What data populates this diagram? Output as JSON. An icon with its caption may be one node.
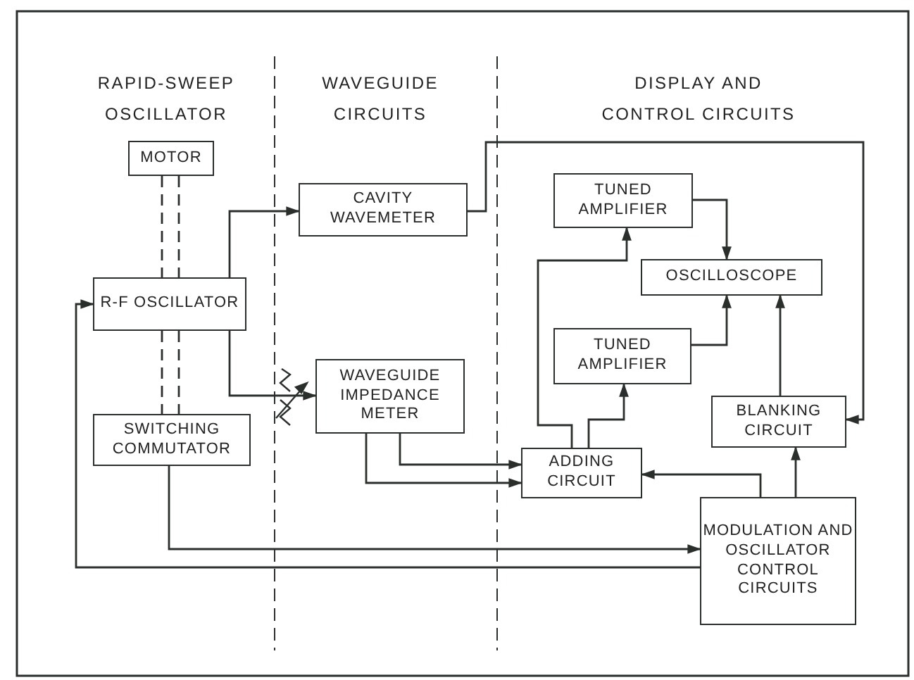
{
  "diagram": {
    "nodes": [
      {
        "text": [
          "MOTOR"
        ]
      },
      {
        "text": [
          "CAVITY WAVEMETER"
        ]
      },
      {
        "text": [
          "TUNED AMPLIFIER"
        ]
      },
      {
        "text": [
          "R-F OSCILLATOR"
        ]
      },
      {
        "text": [
          "OSCILLOSCOPE"
        ]
      },
      {
        "text": [
          "TUNED AMPLIFIER"
        ]
      },
      {
        "text": [
          "WAVEGUIDE IMPEDANCE METER"
        ]
      },
      {
        "text": [
          "BLANKING CIRCUIT"
        ]
      },
      {
        "text": [
          "SWITCHING COMMUTATOR"
        ]
      },
      {
        "text": [
          "ADDING CIRCUIT"
        ]
      },
      {
        "text": [
          "MODULATION AND OSCILLATOR CONTROL CIRCUITS"
        ]
      }
    ],
    "edges": [
      {
        "from": 0,
        "to": 3,
        "arrow": "none",
        "style": "dashed"
      },
      {
        "from": 3,
        "to": 8,
        "arrow": "none",
        "style": "dashed"
      },
      {
        "from": 3,
        "to": 1,
        "arrow": "to"
      },
      {
        "from": 1,
        "to": 7,
        "arrow": "to"
      },
      {
        "from": 3,
        "to": 6,
        "arrow": "to"
      },
      {
        "from": 2,
        "to": 4,
        "arrow": "to"
      },
      {
        "from": 5,
        "to": 4,
        "arrow": "to"
      },
      {
        "from": 7,
        "to": 4,
        "arrow": "to"
      },
      {
        "from": 9,
        "to": 2,
        "arrow": "to"
      },
      {
        "from": 9,
        "to": 5,
        "arrow": "to"
      },
      {
        "from": 6,
        "to": 9,
        "arrow": "to"
      },
      {
        "from": 6,
        "to": 9,
        "arrow": "to"
      },
      {
        "from": 10,
        "to": 9,
        "arrow": "to"
      },
      {
        "from": 10,
        "to": 7,
        "arrow": "to"
      },
      {
        "from": 8,
        "to": 10,
        "arrow": "to"
      },
      {
        "from": 10,
        "to": 3,
        "arrow": "to"
      }
    ],
    "labels": [
      "RAPID-SWEEP OSCILLATOR",
      "WAVEGUIDE CIRCUITS",
      "DISPLAY AND CONTROL CIRCUITS"
    ]
  }
}
